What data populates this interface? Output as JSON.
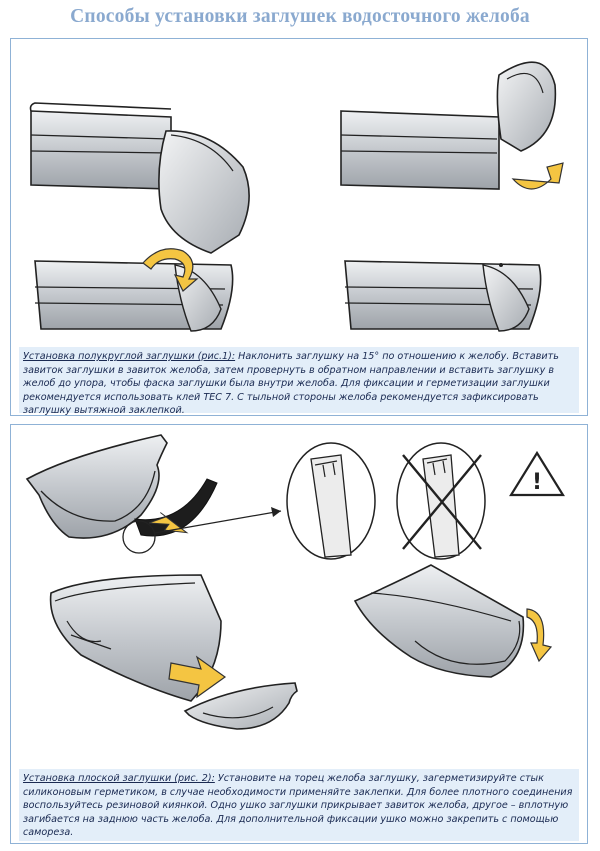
{
  "title": "Способы установки заглушек водосточного желоба",
  "section1": {
    "caption_label": "Установка полукруглой заглушки (рис.1):",
    "caption_text": " Наклонить заглушку на 15° по отношению к желобу. Вставить завиток заглушки в завиток желоба, затем провернуть в обратном направлении и вставить заглушку в желоб до упора, чтобы фаска заглушки была внутри желоба. Для фиксации и герметизации заглушки рекомендуется использовать клей ТЕС 7. С тыльной стороны желоба рекомендуется зафиксировать заглушку вытяжной заклепкой."
  },
  "section2": {
    "caption_label": "Установка плоской заглушки (рис. 2):",
    "caption_text": "  Установите на торец желоба заглушку, загерметизируйте стык силиконовым герметиком, в случае необходимости применяйте заклепки. Для более плотного соединения воспользуйтесь резиновой киянкой. Одно ушко заглушки прикрывает завиток желоба, другое – вплотную загибается на заднюю часть желоба. Для дополнительной фиксации ушко можно закрепить с помощью самореза.",
    "warning_symbol": "!"
  },
  "colors": {
    "title": "#8aa9cf",
    "border": "#8fb2d6",
    "caption_bg": "#e3eef9",
    "caption_text": "#1a2a52",
    "metal": "#c9cdd2",
    "arrow": "#f4c542"
  }
}
